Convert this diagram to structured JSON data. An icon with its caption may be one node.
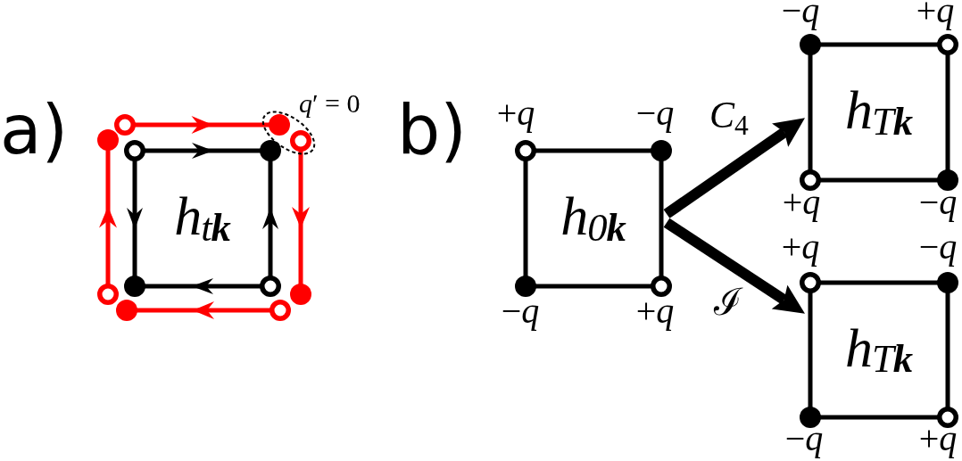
{
  "diagram": {
    "nodes": [
      {
        "text": [],
        "shape": "box"
      },
      {
        "text": [
          "h$_{t}$**$_{k}$**"
        ],
        "in": 0
      },
      {
        "text": [
          "h$_{0}$**$_{k}$**"
        ],
        "beside": [
          "+*q*",
          "−*q*",
          "−*q*",
          "+*q*"
        ]
      },
      {
        "text": [
          "h$_{T}$**$_{k}$**"
        ],
        "beside": [
          "−*q*",
          "+*q*",
          "+*q*",
          "−*q*"
        ]
      },
      {
        "text": [
          "h$_{T}$**$_{k}$**"
        ],
        "beside": [
          "+*q*",
          "−*q*",
          "−*q*",
          "+*q*"
        ]
      }
    ],
    "edges": [
      {
        "from": 2,
        "to": 3,
        "arrow": "to",
        "label": "*C*$_{4}$"
      },
      {
        "from": 2,
        "to": 4,
        "arrow": "to",
        "label": "ℐ"
      }
    ],
    "labels": [
      "a)",
      "*q*′ = 0",
      "b)"
    ]
  }
}
